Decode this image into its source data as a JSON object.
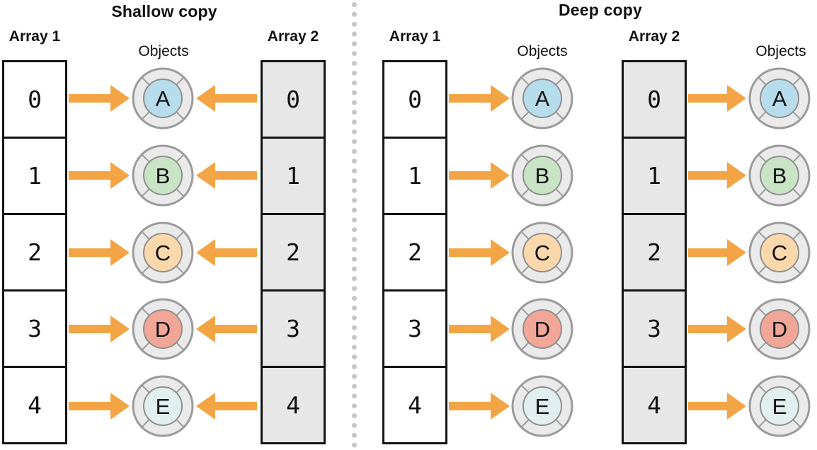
{
  "titles": {
    "left": "Shallow copy",
    "right": "Deep copy"
  },
  "labels": {
    "array1": "Array 1",
    "array2": "Array 2",
    "objects": "Objects"
  },
  "indices": [
    "0",
    "1",
    "2",
    "3",
    "4"
  ],
  "objects": [
    {
      "letter": "A",
      "color": "#b7dcec"
    },
    {
      "letter": "B",
      "color": "#c9e4c5"
    },
    {
      "letter": "C",
      "color": "#fbd8ab"
    },
    {
      "letter": "D",
      "color": "#f2a698"
    },
    {
      "letter": "E",
      "color": "#e2eff1"
    }
  ],
  "colors": {
    "arrow": "#f3a545",
    "array1_fill": "#ffffff",
    "array2_fill": "#e7e7e7",
    "ring_fill": "#eaeaea",
    "ring_stroke": "#9b9b9b",
    "inner_stroke": "#8f8f8f",
    "cell_border": "#141414",
    "divider_dot": "#c6c6c6",
    "text": "#111111"
  }
}
